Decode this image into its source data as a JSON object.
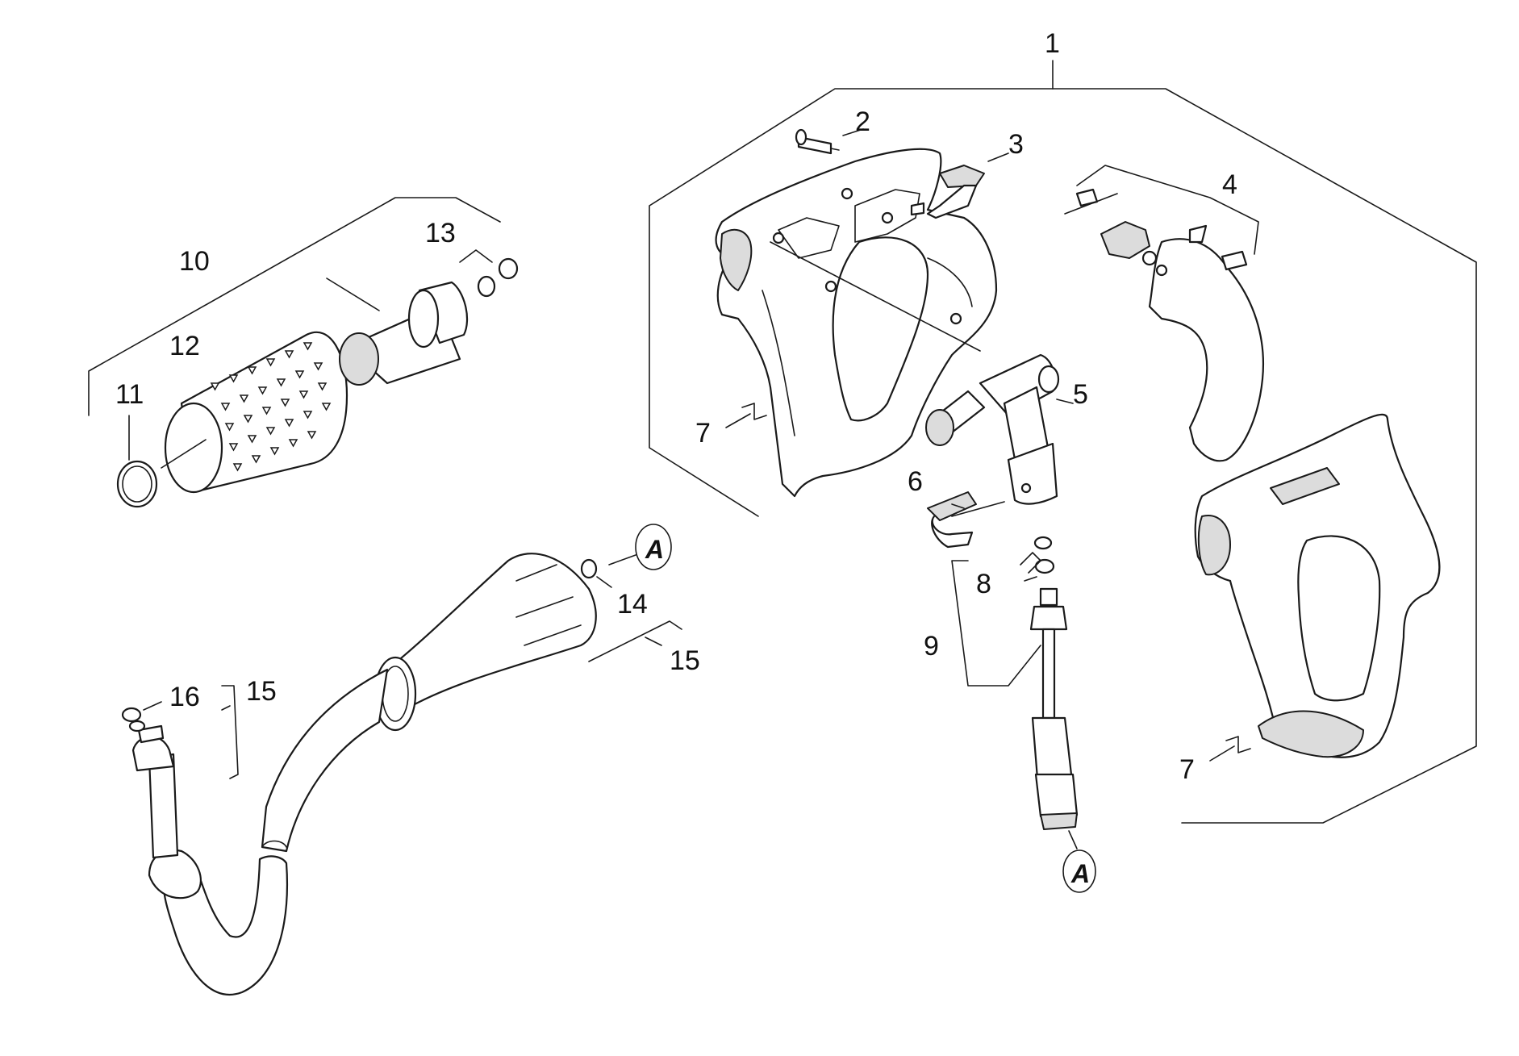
{
  "callouts": {
    "c1": "1",
    "c2": "2",
    "c3": "3",
    "c4": "4",
    "c5": "5",
    "c6": "6",
    "c7a": "7",
    "c7b": "7",
    "c8": "8",
    "c9": "9",
    "c10": "10",
    "c11": "11",
    "c12": "12",
    "c13": "13",
    "c14": "14",
    "c15a": "15",
    "c15b": "15",
    "c16": "16"
  },
  "references": {
    "a_top": "A",
    "a_bottom": "A"
  }
}
